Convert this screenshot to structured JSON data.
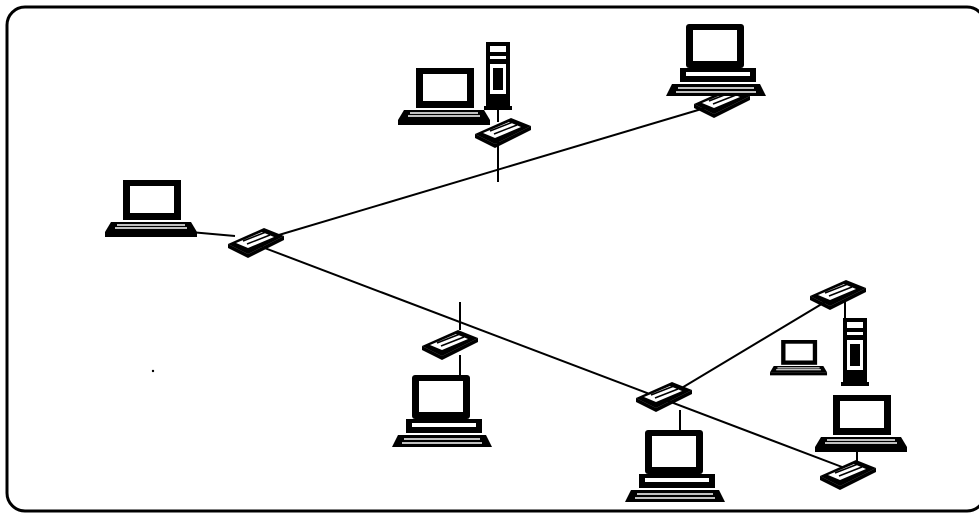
{
  "diagram": {
    "type": "network-topology",
    "stroke_color": "#000000",
    "fill_color": "#ffffff",
    "devices": [
      {
        "id": "laptop-left",
        "kind": "laptop",
        "icon": "laptop-icon"
      },
      {
        "id": "laptop-top",
        "kind": "laptop",
        "icon": "laptop-icon"
      },
      {
        "id": "tower-top",
        "kind": "tower-server",
        "icon": "tower-server-icon"
      },
      {
        "id": "desktop-top-right",
        "kind": "desktop",
        "icon": "desktop-computer-icon"
      },
      {
        "id": "desktop-bottom-center",
        "kind": "desktop",
        "icon": "desktop-computer-icon"
      },
      {
        "id": "desktop-bottom-right",
        "kind": "desktop",
        "icon": "desktop-computer-icon"
      },
      {
        "id": "laptop-right-small",
        "kind": "laptop",
        "icon": "laptop-icon"
      },
      {
        "id": "tower-right",
        "kind": "tower-server",
        "icon": "tower-server-icon"
      },
      {
        "id": "laptop-bottom-right",
        "kind": "laptop",
        "icon": "laptop-icon"
      }
    ],
    "transceivers": [
      {
        "id": "tx-left"
      },
      {
        "id": "tx-top-mid"
      },
      {
        "id": "tx-top-right"
      },
      {
        "id": "tx-center"
      },
      {
        "id": "tx-bottom-mid"
      },
      {
        "id": "tx-right-top"
      },
      {
        "id": "tx-bottom-right"
      }
    ],
    "cable_segments": 2
  }
}
